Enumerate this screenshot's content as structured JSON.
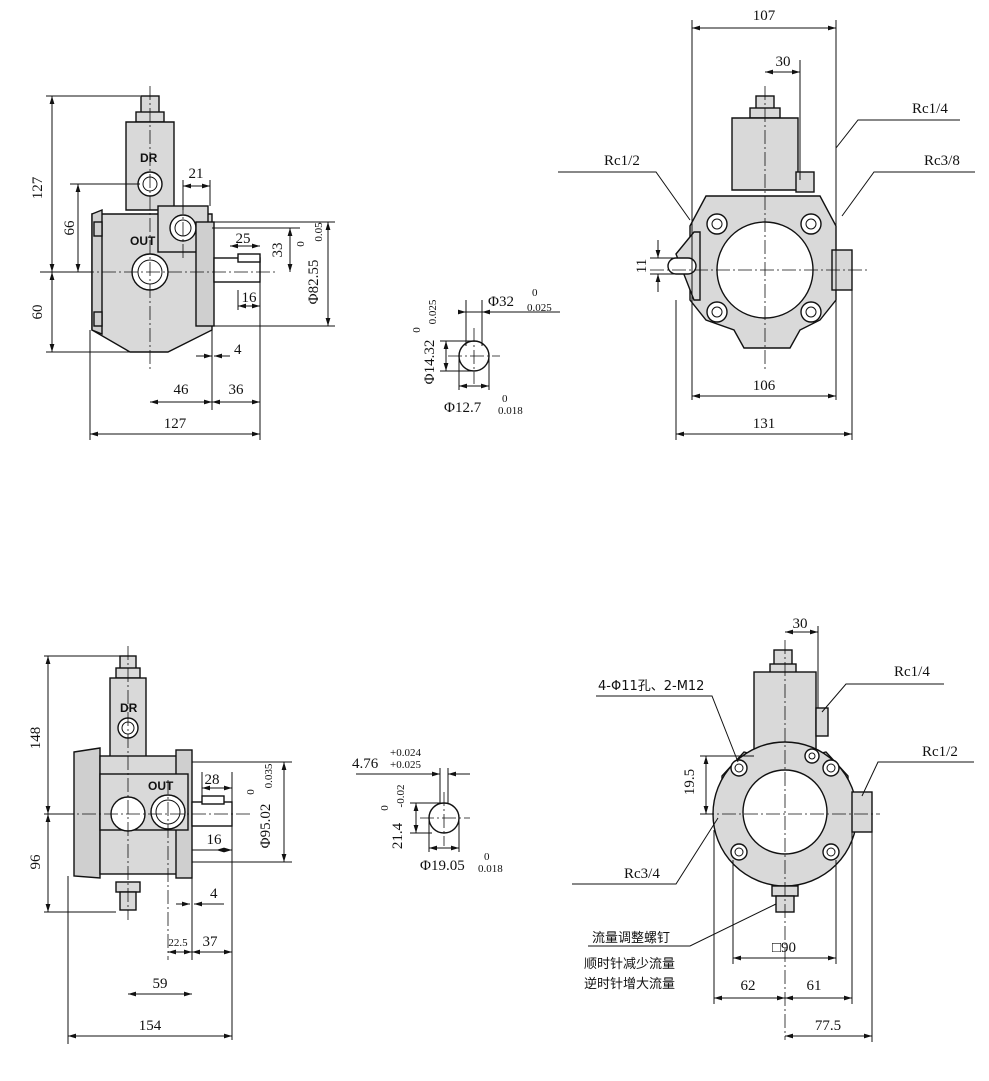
{
  "top_side": {
    "dims": {
      "h127": "127",
      "h66": "66",
      "h60": "60",
      "d21": "21",
      "d25": "25",
      "d33": "33",
      "d82": "Φ82.55",
      "d82_tol_top": "0",
      "d82_tol_bot": "0.05",
      "d16": "16",
      "d4": "4",
      "d46": "46",
      "d36": "36",
      "w127": "127"
    },
    "labels": {
      "dr": "DR",
      "out": "OUT"
    }
  },
  "top_shaft": {
    "phi32": "Φ32",
    "phi32_top": "0",
    "phi32_bot": "0.025",
    "phi14": "Φ14.32",
    "phi14_top": "0",
    "phi14_bot": "0.025",
    "phi12": "Φ12.7",
    "phi12_top": "0",
    "phi12_bot": "0.018"
  },
  "top_front": {
    "d107": "107",
    "d30": "30",
    "d11": "11",
    "d106": "106",
    "d131": "131",
    "rc14": "Rc1/4",
    "rc12": "Rc1/2",
    "rc38": "Rc3/8"
  },
  "bot_side": {
    "dims": {
      "h148": "148",
      "h96": "96",
      "d28": "28",
      "d95": "Φ95.02",
      "d95_top": "0",
      "d95_bot": "0.035",
      "d16": "16",
      "d4": "4",
      "d22": "22.5",
      "d37": "37",
      "d59": "59",
      "w154": "154"
    },
    "labels": {
      "dr": "DR",
      "out": "OUT"
    }
  },
  "bot_shaft": {
    "d476": "4.76",
    "d476_top": "+0.024",
    "d476_bot": "+0.025",
    "d214": "21.4",
    "d214_top": "0",
    "d214_bot": "-0.02",
    "phi19": "Φ19.05",
    "phi19_top": "0",
    "phi19_bot": "0.018"
  },
  "bot_front": {
    "d30": "30",
    "holes": "4-Φ11孔、2-M12",
    "d195": "19.5",
    "rc14": "Rc1/4",
    "rc12": "Rc1/2",
    "rc34": "Rc3/4",
    "d90": "□90",
    "d62": "62",
    "d61": "61",
    "d775": "77.5",
    "note1": "流量调整螺钉",
    "note2": "顺时针减少流量",
    "note3": "逆时针增大流量"
  }
}
